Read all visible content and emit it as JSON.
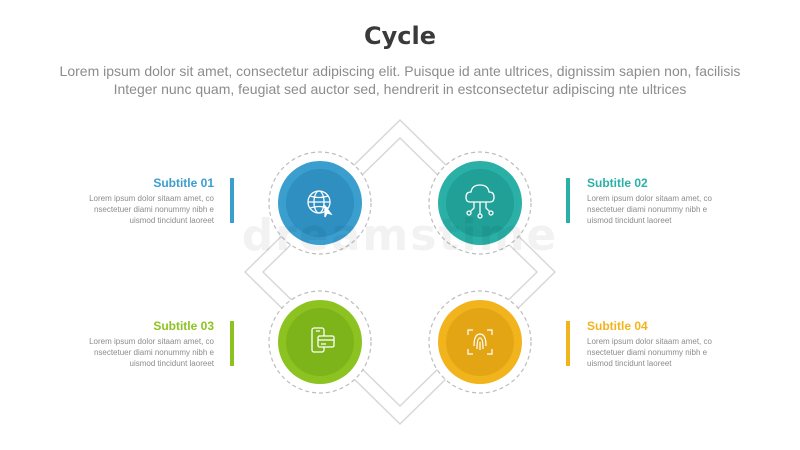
{
  "header": {
    "title": "Cycle",
    "desc_line1": "Lorem ipsum dolor sit amet, consectetur adipiscing elit. Puisque id ante ultrices, dignissim sapien non, facilisis",
    "desc_line2": "Integer nunc quam, feugiat sed auctor sed, hendrerit in estconsectetur adipiscing nte ultrices"
  },
  "watermark": "dreamstime",
  "items": [
    {
      "subtitle": "Subtitle 01",
      "line1": "Lorem ipsum dolor sitaam amet, co",
      "line2": "nsectetuer diami nonummy  nibh e",
      "line3": "uismod tincidunt laoreet",
      "color": "#3a9fcf",
      "icon": "globe-icon"
    },
    {
      "subtitle": "Subtitle 02",
      "line1": "Lorem ipsum dolor sitaam amet, co",
      "line2": "nsectetuer diami nonummy  nibh e",
      "line3": "uismod tincidunt laoreet",
      "color": "#2ab0a6",
      "icon": "cloud-network-icon"
    },
    {
      "subtitle": "Subtitle 03",
      "line1": "Lorem ipsum dolor sitaam amet, co",
      "line2": "nsectetuer diami nonummy  nibh e",
      "line3": "uismod tincidunt laoreet",
      "color": "#8dc321",
      "icon": "mobile-payment-icon"
    },
    {
      "subtitle": "Subtitle 04",
      "line1": "Lorem ipsum dolor sitaam amet, co",
      "line2": "nsectetuer diami nonummy  nibh e",
      "line3": "uismod tincidunt laoreet",
      "color": "#f2b41d",
      "icon": "fingerprint-scan-icon"
    }
  ],
  "colors": {
    "line": "#d8d8d8",
    "dash": "#bdbdbd",
    "title": "#3a3a3a",
    "text": "#8c8c8c"
  }
}
